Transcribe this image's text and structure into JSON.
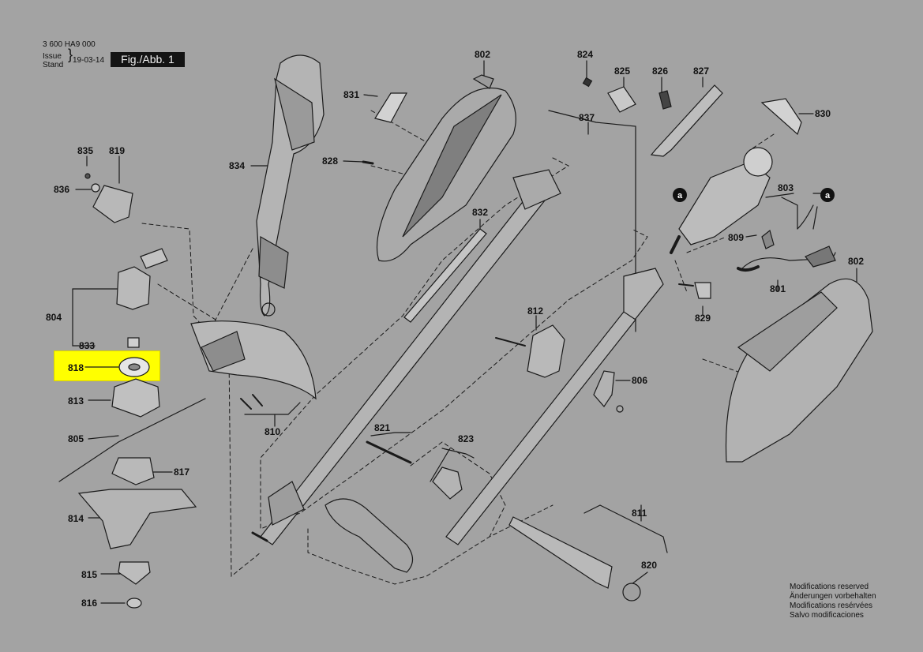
{
  "header": {
    "doc_number": "3 600 HA9 000",
    "issue_label": "Issue",
    "stand_label": "Stand",
    "date": "19-03-14",
    "figure": "Fig./Abb. 1"
  },
  "modifications": [
    "Modifications reserved",
    "Änderungen vorbehalten",
    "Modifications resérvées",
    "Salvo modificaciones"
  ],
  "highlighted_part": "818",
  "markers": {
    "a1": "a",
    "a2": "a"
  },
  "parts": {
    "p802a": "802",
    "p802b": "802",
    "p803": "803",
    "p804": "804",
    "p805": "805",
    "p806": "806",
    "p809": "809",
    "p810": "810",
    "p811": "811",
    "p812": "812",
    "p813": "813",
    "p814": "814",
    "p815": "815",
    "p816": "816",
    "p817": "817",
    "p818": "818",
    "p819": "819",
    "p820": "820",
    "p821": "821",
    "p823": "823",
    "p824": "824",
    "p825": "825",
    "p826": "826",
    "p827": "827",
    "p828": "828",
    "p829": "829",
    "p830": "830",
    "p831": "831",
    "p832": "832",
    "p833": "833",
    "p834": "834",
    "p835": "835",
    "p836": "836",
    "p837": "837",
    "p801": "801"
  }
}
